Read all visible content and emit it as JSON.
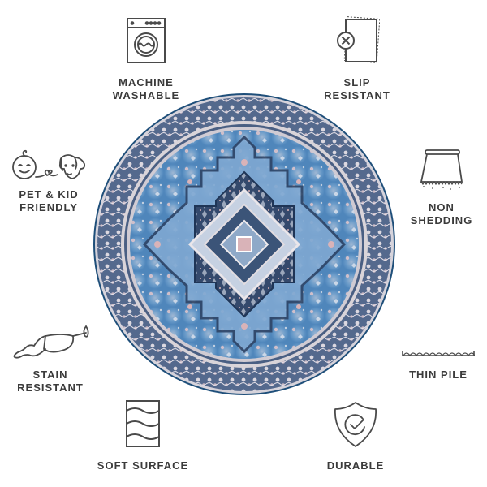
{
  "product": {
    "type": "round area rug",
    "colors": {
      "outer_edge": "#1f4f7a",
      "border_dark": "#4b5f82",
      "border_light": "#c9c8d2",
      "field_blue": "#5f93c4",
      "medallion_navy": "#2e4466",
      "accent_pink": "#d9b3b8",
      "ivory": "#e8e2e2"
    }
  },
  "features": [
    {
      "id": "machine-washable",
      "icon": "washing-machine-icon",
      "lines": [
        "MACHINE",
        "WASHABLE"
      ]
    },
    {
      "id": "slip-resistant",
      "icon": "non-slip-pad-icon",
      "lines": [
        "SLIP",
        "RESISTANT"
      ]
    },
    {
      "id": "pet-kid-friendly",
      "icon": "baby-and-dog-icon",
      "lines": [
        "PET & KID",
        "FRIENDLY"
      ]
    },
    {
      "id": "non-shedding",
      "icon": "rug-fringe-icon",
      "lines": [
        "NON",
        "SHEDDING"
      ]
    },
    {
      "id": "stain-resistant",
      "icon": "spilled-wine-glass-icon",
      "lines": [
        "STAIN",
        "RESISTANT"
      ]
    },
    {
      "id": "thin-pile",
      "icon": "thin-pile-icon",
      "lines": [
        "THIN PILE"
      ]
    },
    {
      "id": "soft-surface",
      "icon": "wavy-surface-icon",
      "lines": [
        "SOFT SURFACE"
      ]
    },
    {
      "id": "durable",
      "icon": "shield-check-icon",
      "lines": [
        "DURABLE"
      ]
    }
  ],
  "style": {
    "icon_stroke": "#4a4a4a",
    "label_color": "#3b3b3b"
  }
}
